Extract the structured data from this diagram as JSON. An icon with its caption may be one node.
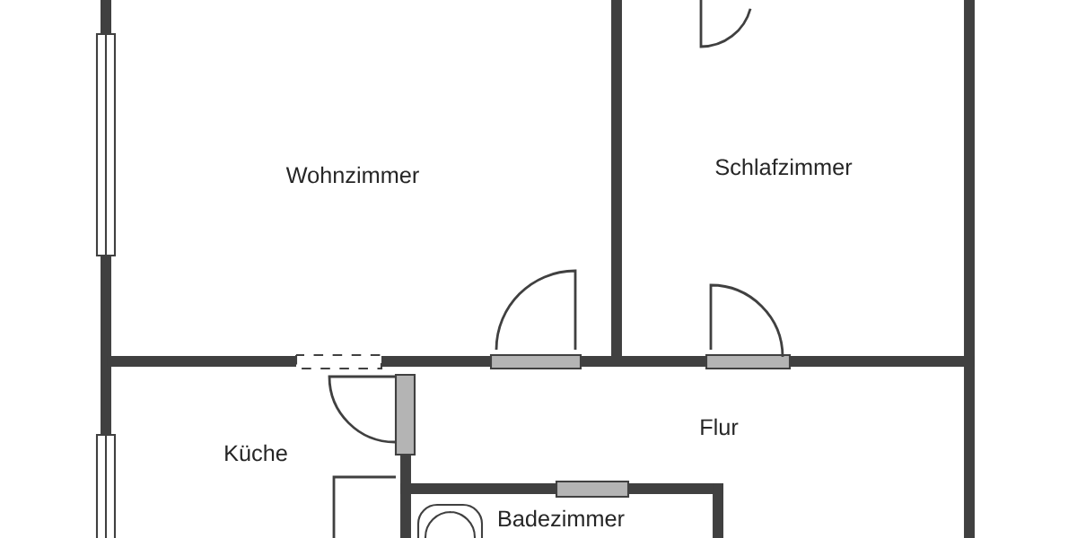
{
  "diagram": {
    "labels": [
      "Wohnzimmer",
      "Schlafzimmer",
      "Küche",
      "Flur",
      "Badezimmer"
    ]
  }
}
